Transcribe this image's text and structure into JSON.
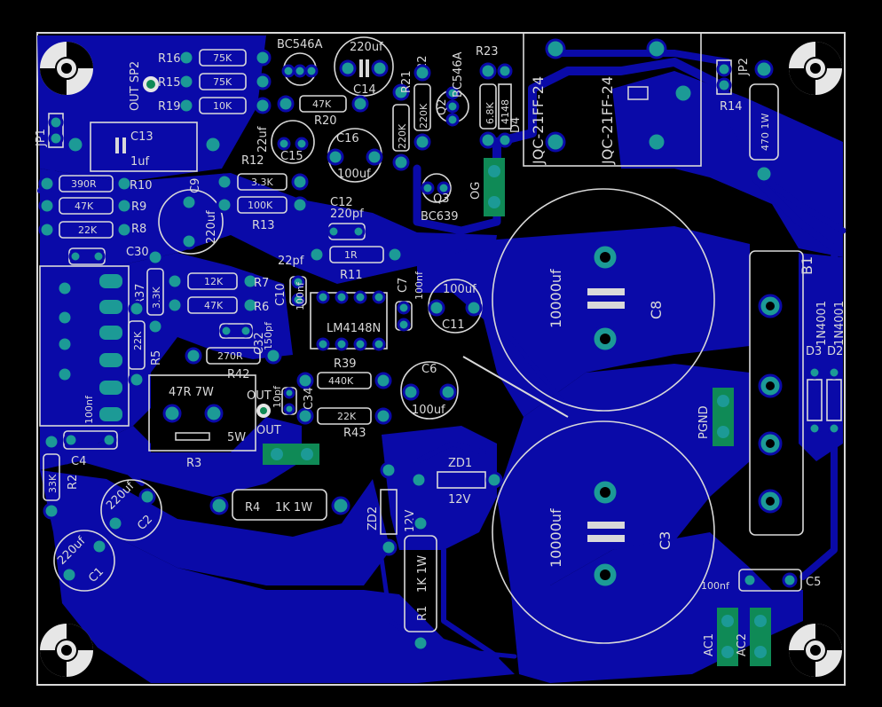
{
  "board": {
    "labels": {
      "R16": "R16",
      "R15": "R15",
      "R19": "R19",
      "r16_val": "75K",
      "r15_val": "75K",
      "r19_val": "10K",
      "bc546a_top": "BC546A",
      "c14": "C14",
      "c14_val": "220uf",
      "r20": "R20",
      "r20_val": "47K",
      "r22": "R22",
      "r21": "R21",
      "q2": "Q2",
      "bc546a_right": "BC546A",
      "r23": "R23",
      "d4": "D4",
      "r23_val": "6.8K",
      "d4_val": "4148",
      "relay_a": "JQC-21FF-24",
      "relay_b": "JQC-21FF-24",
      "jp2": "JP2",
      "r14": "R14",
      "r14_val": "470 1W",
      "out_sp2": "OUT SP2",
      "jp1": "JP1",
      "c13": "C13",
      "c13_val": "1uf",
      "c15": "C15",
      "c15_val": "22uf",
      "r12": "R12",
      "c16": "C16",
      "c16_val": "100uf",
      "r22_val": "220K",
      "r21_val": "220K",
      "q3": "Q3",
      "bc639": "BC639",
      "og": "OG",
      "r10": "R10",
      "r10_val": "390R",
      "r9": "R9",
      "r9_val": "47K",
      "r8": "R8",
      "r8_val": "22K",
      "c9": "C9",
      "c9_val": "220uf",
      "r12_val": "3.3K",
      "r13": "R13",
      "r13_val": "100K",
      "c12": "C12",
      "c12_val": "220pf",
      "c30": "C30",
      "r11": "R11",
      "r11_val": "1R",
      "c_22pf": "22pf",
      "r37": "R37",
      "r37_val": "3.3K",
      "r7": "R7",
      "r7_val": "12K",
      "r6": "R6",
      "r6_val": "47K",
      "c10": "C10",
      "c10_val": "100nf",
      "c7": "C7",
      "c7_val": "100nf",
      "c11": "C11",
      "c11_val": "100uf",
      "lm": "LM4148N",
      "c8": "C8",
      "c8_val": "10000uf",
      "b1": "B1",
      "r5": "R5",
      "r5_val": "22K",
      "c32": "C32",
      "c32_val": "150pf",
      "r42": "R42",
      "r42_val": "270R",
      "r39": "R39",
      "r39_val": "440K",
      "c6": "C6",
      "c6_val": "100uf",
      "d3": "D3",
      "d2": "D2",
      "d3_val": "1N4001",
      "d2_val": "1N4001",
      "r3_val": "47R 7W",
      "r3_w": "5W",
      "r3": "R3",
      "out_a": "OUT",
      "out_b": "OUT",
      "c34": "C34",
      "c34_val": "10pf",
      "r43": "R43",
      "r43_val": "22K",
      "pgnd": "PGND",
      "c4": "C4",
      "c4_val": "100nf",
      "r2": "R2",
      "r2_val": "33K",
      "zd1": "ZD1",
      "zd1_val": "12V",
      "zd2": "ZD2",
      "zd2_val": "12V",
      "r4": "R4",
      "r4_val": "1K 1W",
      "c2": "C2",
      "c2_val": "220uf",
      "c1": "C1",
      "c1_val": "220uf",
      "r1": "R1",
      "r1_val": "1K 1W",
      "c3": "C3",
      "c3_val": "10000uf",
      "c5": "C5",
      "c5_val": "100nf",
      "ac1": "AC1",
      "ac2": "AC2"
    }
  }
}
